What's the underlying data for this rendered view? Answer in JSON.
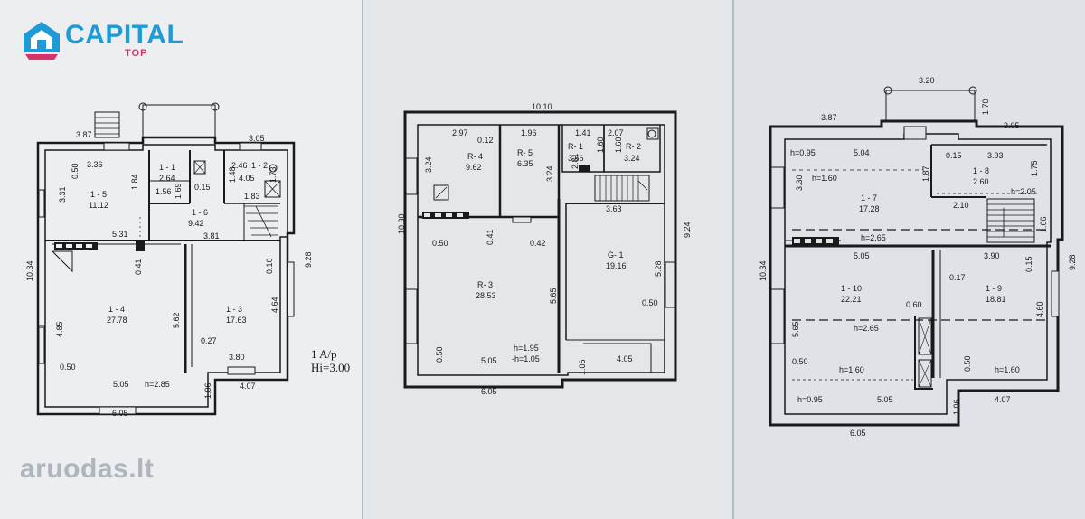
{
  "brand": {
    "name": "CAPITAL",
    "tier": "TOP",
    "accent": "#1e9ad6",
    "accent2": "#d6336c"
  },
  "watermark": {
    "text_main": "aruodas",
    "text_dot": ".lt"
  },
  "plan1": {
    "dims": [
      "3.87",
      "3.05",
      "3.36",
      "0.50",
      "3.31",
      "1.84",
      "1.69",
      "1.56",
      "0.15",
      "2.46",
      "1.48",
      "1.83",
      "1.73",
      "5.31",
      "3.81",
      "10.34",
      "9.28",
      "0.41",
      "0.16",
      "4.85",
      "5.62",
      "4.64",
      "0.27",
      "3.80",
      "0.50",
      "5.05",
      "h=2.85",
      "1.06",
      "4.07",
      "6.05"
    ],
    "rooms": [
      {
        "id": "1 - 1",
        "area": "2.64"
      },
      {
        "id": "1 - 2",
        "area": "4.05"
      },
      {
        "id": "1 - 5",
        "area": "11.12"
      },
      {
        "id": "1 - 6",
        "area": "9.42"
      },
      {
        "id": "1 - 4",
        "area": "27.78"
      },
      {
        "id": "1 - 3",
        "area": "17.63"
      }
    ],
    "floor_note": "1 A/p",
    "height_note": "Hi=3.00"
  },
  "plan2": {
    "dims": [
      "10.10",
      "2.97",
      "0.12",
      "1.96",
      "1.41",
      "2.07",
      "3.24",
      "1.60",
      "1.60",
      "2.81",
      "3.24",
      "10.30",
      "9.24",
      "3.63",
      "0.50",
      "0.41",
      "0.42",
      "5.65",
      "5.28",
      "0.50",
      "h=1.95",
      "-h=1.05",
      "0.50",
      "5.05",
      "1.06",
      "4.05",
      "6.05"
    ],
    "rooms": [
      {
        "id": "R- 4",
        "area": "9.62"
      },
      {
        "id": "R- 5",
        "area": "6.35"
      },
      {
        "id": "R- 1",
        "area": "3.56"
      },
      {
        "id": "R- 2",
        "area": "3.24"
      },
      {
        "id": "R- 3",
        "area": "28.53"
      },
      {
        "id": "G- 1",
        "area": "19.16"
      }
    ]
  },
  "plan3": {
    "dims": [
      "3.20",
      "1.70",
      "3.87",
      "3.05",
      "h=0.95",
      "5.04",
      "0.15",
      "3.93",
      "1.75",
      "3.30",
      "h=1.60",
      "1.87",
      "h=2.05",
      "2.10",
      "1.66",
      "h=2.65",
      "10.34",
      "9.28",
      "5.05",
      "3.90",
      "0.17",
      "0.15",
      "0.60",
      "4.60",
      "5.65",
      "h=2.65",
      "0.50",
      "h=1.60",
      "0.50",
      "h=1.60",
      "h=0.95",
      "5.05",
      "1.06",
      "4.07",
      "6.05"
    ],
    "rooms": [
      {
        "id": "1 - 8",
        "area": "2.60"
      },
      {
        "id": "1 - 7",
        "area": "17.28"
      },
      {
        "id": "1 - 10",
        "area": "22.21"
      },
      {
        "id": "1 - 9",
        "area": "18.81"
      }
    ]
  }
}
